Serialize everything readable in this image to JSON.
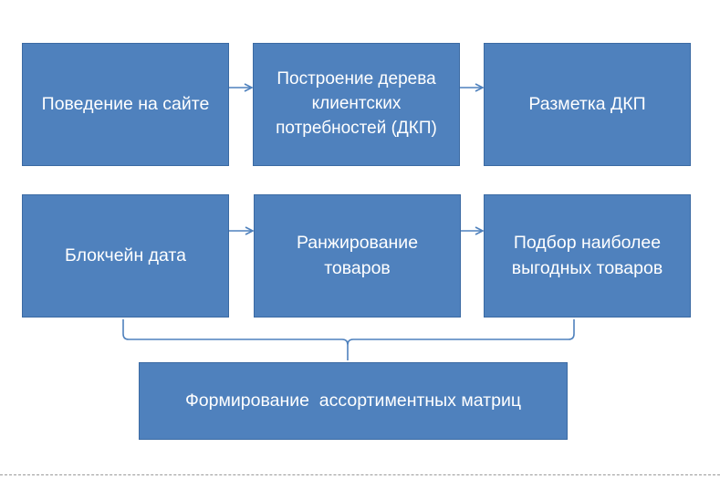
{
  "diagram": {
    "boxes": [
      {
        "id": "b1",
        "label": "Поведение на сайте"
      },
      {
        "id": "b2",
        "label": "Построение дерева клиентских потребностей (ДКП)"
      },
      {
        "id": "b3",
        "label": "Разметка ДКП"
      },
      {
        "id": "b4",
        "label": "Блокчейн дата"
      },
      {
        "id": "b5",
        "label": "Ранжирование товаров"
      },
      {
        "id": "b6",
        "label": "Подбор наиболее выгодных товаров"
      },
      {
        "id": "b7",
        "label": "Формирование  ассортиментных матриц"
      }
    ],
    "colors": {
      "box_fill": "#4f81bd",
      "box_border": "#3b6aa3",
      "box_text": "#ffffff",
      "connector": "#4f81bd"
    }
  }
}
